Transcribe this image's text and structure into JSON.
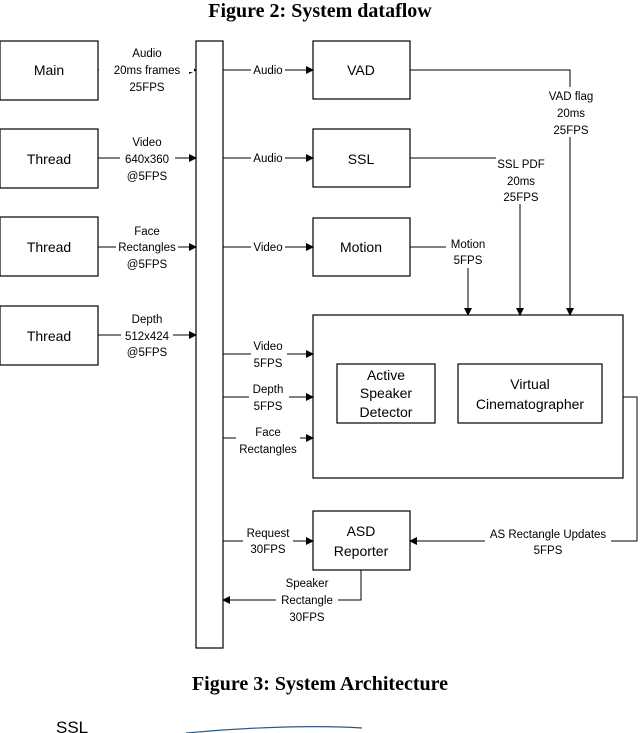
{
  "captions": {
    "top": "Figure 2: System dataflow",
    "bottom": "Figure 3: System Architecture"
  },
  "blocks": {
    "main": "Main",
    "thread_video": "Thread",
    "thread_face": "Thread",
    "thread_depth": "Thread",
    "vad": "VAD",
    "ssl": "SSL",
    "motion": "Motion",
    "asd_line1": "Active",
    "asd_line2": "Speaker",
    "asd_line3": "Detector",
    "vc_line1": "Virtual",
    "vc_line2": "Cinematographer",
    "rep_line1": "ASD",
    "rep_line2": "Reporter"
  },
  "edges": {
    "main_out": [
      "Audio",
      "20ms frames",
      "25FPS"
    ],
    "video_out": [
      "Video",
      "640x360",
      "@5FPS"
    ],
    "face_out": [
      "Face",
      "Rectangles",
      "@5FPS"
    ],
    "depth_out": [
      "Depth",
      "512x424",
      "@5FPS"
    ],
    "to_vad": "Audio",
    "to_ssl": "Audio",
    "to_motion": "Video",
    "vad_out": [
      "VAD flag",
      "20ms",
      "25FPS"
    ],
    "ssl_out": [
      "SSL PDF",
      "20ms",
      "25FPS"
    ],
    "motion_out": [
      "Motion",
      "5FPS"
    ],
    "to_main_video": [
      "Video",
      "5FPS"
    ],
    "to_main_depth": [
      "Depth",
      "5FPS"
    ],
    "to_main_face": [
      "Face",
      "Rectangles"
    ],
    "request": [
      "Request",
      "30FPS"
    ],
    "as_updates": [
      "AS Rectangle Updates",
      "5FPS"
    ],
    "speaker_rect": [
      "Speaker",
      "Rectangle",
      "30FPS"
    ]
  },
  "fragment": {
    "bottom_text": "SSL"
  }
}
